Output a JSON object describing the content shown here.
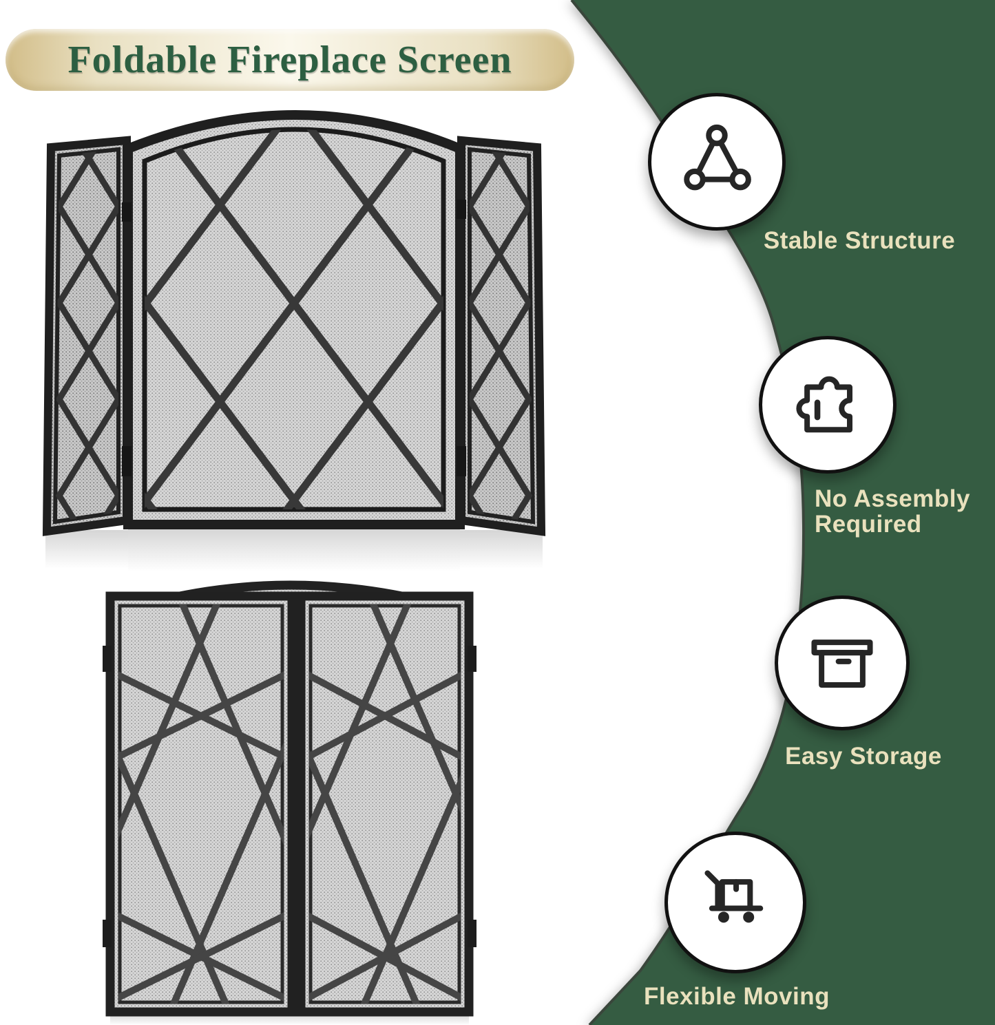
{
  "banner": {
    "title": "Foldable Fireplace Screen"
  },
  "features": [
    {
      "icon": "triangle-structure-icon",
      "label": "Stable Structure"
    },
    {
      "icon": "puzzle-piece-icon",
      "label": "No Assembly Required"
    },
    {
      "icon": "storage-box-icon",
      "label": "Easy Storage"
    },
    {
      "icon": "hand-truck-icon",
      "label": "Flexible Moving"
    }
  ],
  "products": [
    {
      "name": "fireplace-screen-unfolded-3-panel"
    },
    {
      "name": "fireplace-screen-folded-flat"
    }
  ],
  "colors": {
    "background": "#ffffff",
    "panel_green": "#355c42",
    "panel_edge": "#39463b",
    "label_cream": "#e9e1bd",
    "banner_tan": "#d2bd88",
    "banner_highlight": "#fbf8ec",
    "title_green": "#2d5f42",
    "icon_ink": "#262626",
    "screen_frame_black": "#1f1f1f",
    "mesh_gray": "#d6d6d6"
  }
}
